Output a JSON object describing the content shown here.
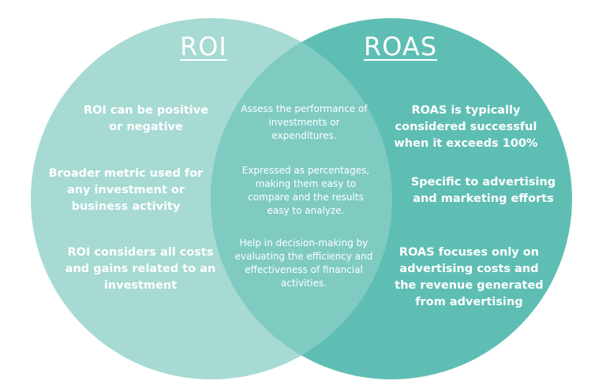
{
  "colors": {
    "roi_circle": "#a6dad3",
    "roas_circle": "#5fbeb3",
    "overlap": "#7fcbc2",
    "text": "#ffffff"
  },
  "left": {
    "title": "ROI",
    "items": [
      "ROI can be positive or negative",
      "Broader metric used for any investment or business activity",
      "ROI considers all costs and gains related to an investment"
    ]
  },
  "right": {
    "title": "ROAS",
    "items": [
      "ROAS is typically considered successful when it exceeds 100%",
      "Specific to advertising and marketing efforts",
      "ROAS focuses only on advertising costs and the revenue generated from advertising"
    ]
  },
  "shared": {
    "items": [
      "Assess the performance of investments or expenditures.",
      "Expressed as percentages, making them easy to compare and the results easy to analyze.",
      "Help in decision-making by evaluating the efficiency and effectiveness of financial activities."
    ]
  }
}
